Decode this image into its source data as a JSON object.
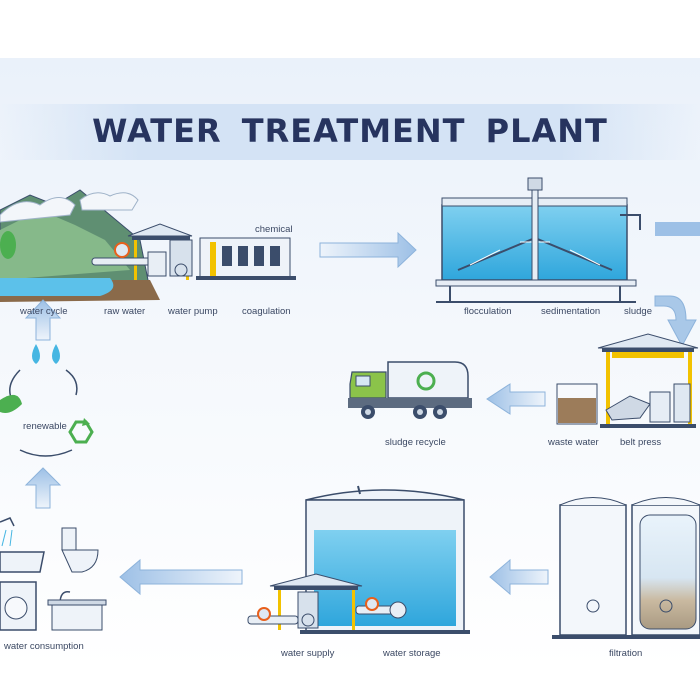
{
  "title": "WATER TREATMENT PLANT",
  "labels": {
    "chemical": "chemical",
    "water_cycle": "water cycle",
    "raw_water": "raw water",
    "water_pump": "water pump",
    "coagulation": "coagulation",
    "flocculation": "flocculation",
    "sedimentation": "sedimentation",
    "sludge": "sludge",
    "renewable": "renewable",
    "sludge_recycle": "sludge recycle",
    "waste_water": "waste water",
    "belt_press": "belt press",
    "water_consumption": "water consumption",
    "water_supply": "water supply",
    "water_storage": "water storage",
    "filtration": "filtration"
  },
  "colors": {
    "title": "#27345f",
    "water": "#46b6e2",
    "arrow": "#a9c8e8",
    "outline": "#3b4d6b",
    "truck": "#8bc34a",
    "recycle": "#4caf50"
  }
}
